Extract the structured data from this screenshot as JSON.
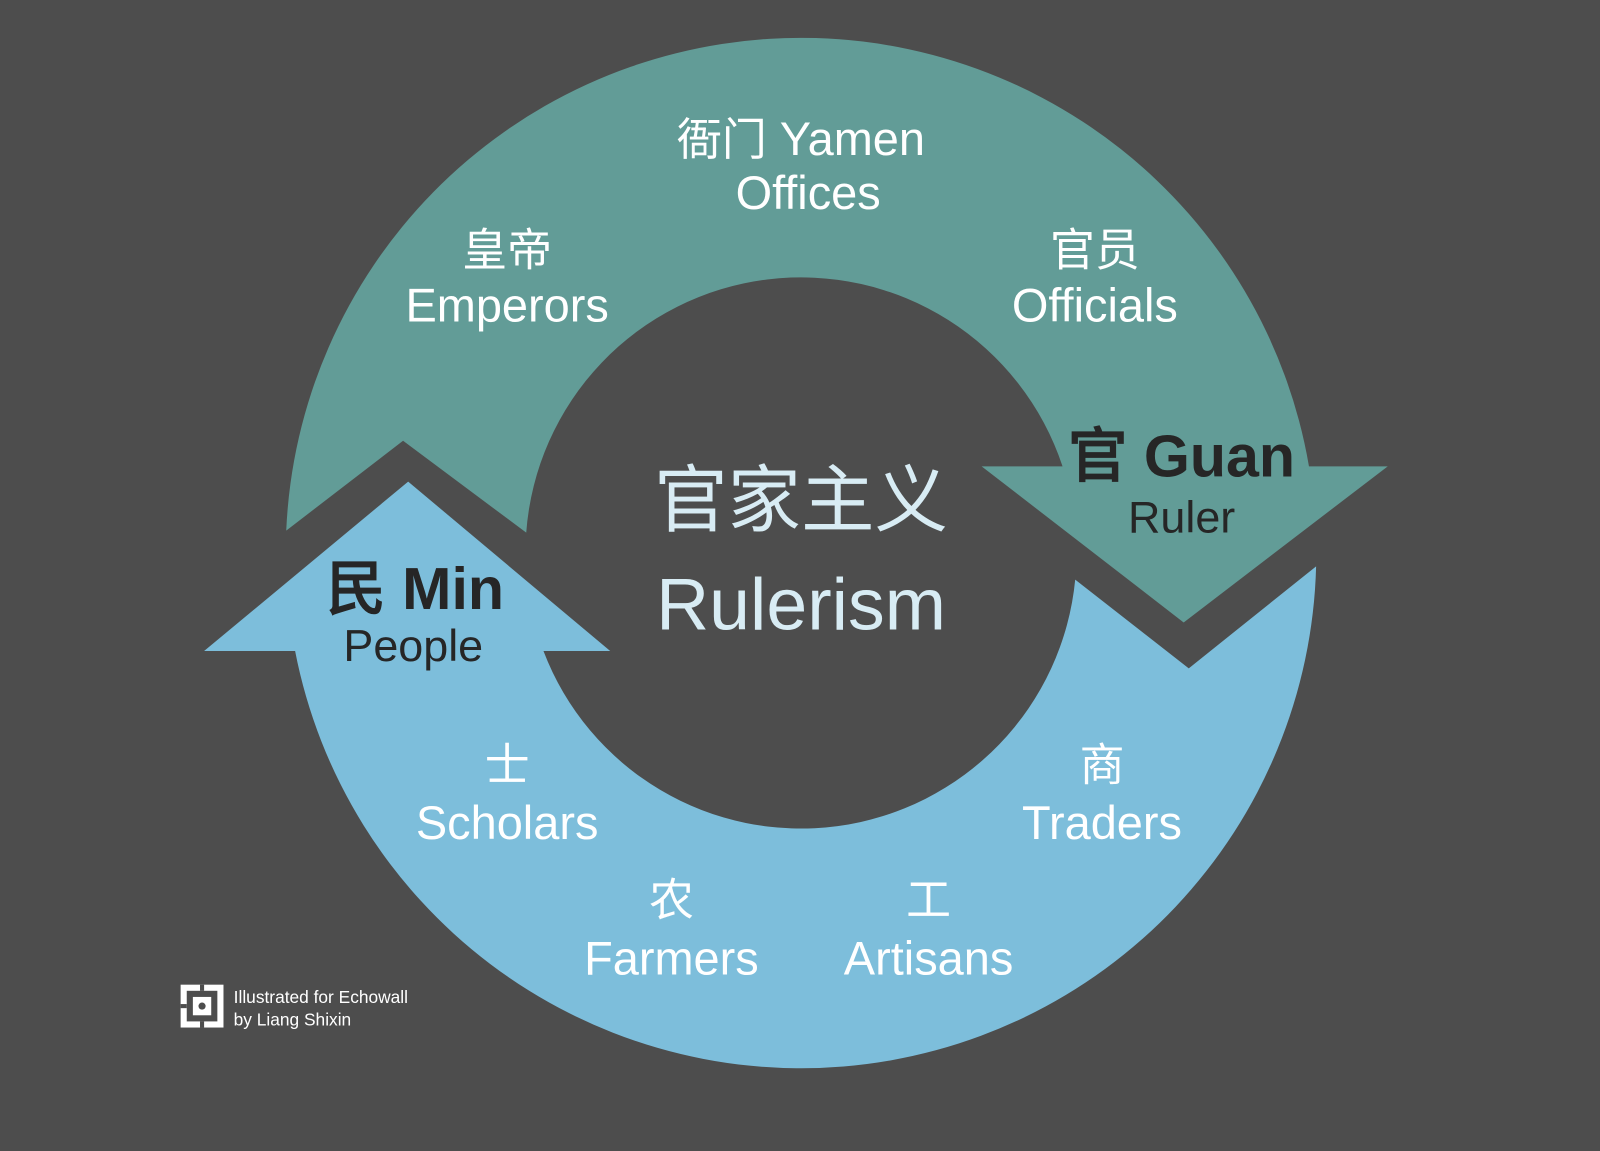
{
  "diagram": {
    "center": {
      "title_zh": "官家主义",
      "title_en": "Rulerism"
    },
    "guan": {
      "zh": "官",
      "en": "Guan",
      "subtitle": "Ruler",
      "members": [
        {
          "zh": "皇帝",
          "en": "Emperors"
        },
        {
          "zh": "衙门",
          "en": "Yamen",
          "en_line2": "Offices"
        },
        {
          "zh": "官员",
          "en": "Officials"
        }
      ]
    },
    "min": {
      "zh": "民",
      "en": "Min",
      "subtitle": "People",
      "members": [
        {
          "zh": "士",
          "en": "Scholars"
        },
        {
          "zh": "农",
          "en": "Farmers"
        },
        {
          "zh": "工",
          "en": "Artisans"
        },
        {
          "zh": "商",
          "en": "Traders"
        }
      ]
    }
  },
  "credit": {
    "line1": "Illustrated for Echowall",
    "line2": "by Liang Shixin"
  },
  "colors": {
    "background": "#4d4d4d",
    "guan_arrow": "#629c97",
    "min_arrow": "#7dbedb",
    "center_text": "#d8ecf4",
    "dark_text": "#262626",
    "light_text": "#ffffff",
    "logo": "#ffffff"
  }
}
